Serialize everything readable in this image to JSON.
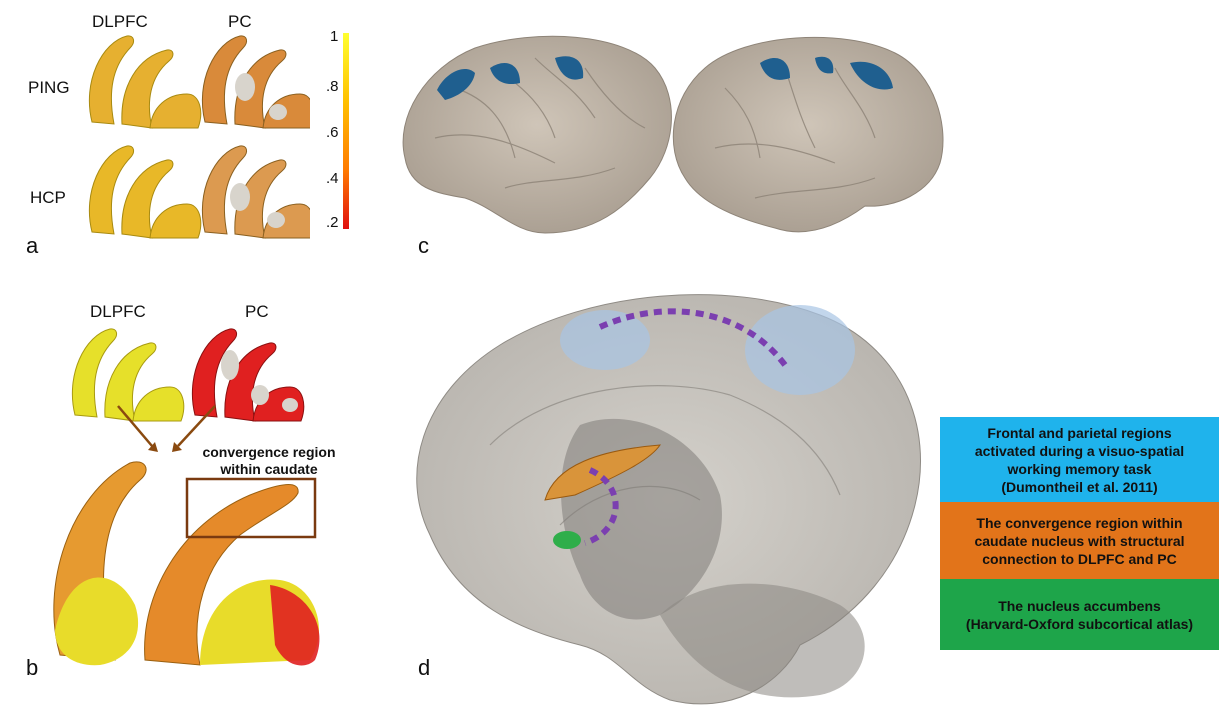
{
  "panel_a": {
    "letter": "a",
    "col_labels": [
      "DLPFC",
      "PC"
    ],
    "row_labels": [
      "PING",
      "HCP"
    ],
    "colorbar": {
      "ticks": [
        "1",
        ".8",
        ".6",
        ".4",
        ".2"
      ],
      "colors": [
        "#ffff00",
        "#ffb000",
        "#ff6a00",
        "#e02000"
      ]
    }
  },
  "panel_b": {
    "letter": "b",
    "labels": [
      "DLPFC",
      "PC"
    ],
    "annotation_line1": "convergence region",
    "annotation_line2": "within caudate"
  },
  "panel_c": {
    "letter": "c",
    "region_color": "#1f5f8f"
  },
  "panel_d": {
    "letter": "d",
    "arc_color": "#7b3fb0"
  },
  "legend": [
    {
      "lines": [
        "Frontal and parietal regions",
        "activated during a visuo-spatial",
        "working memory task",
        "(Dumontheil et al. 2011)"
      ],
      "color": "#1fb3ec"
    },
    {
      "lines": [
        "The convergence region within",
        "caudate nucleus with structural",
        "connection to DLPFC and PC"
      ],
      "color": "#e2741a"
    },
    {
      "lines": [
        "The nucleus accumbens",
        "(Harvard-Oxford subcortical atlas)"
      ],
      "color": "#1ea54a"
    }
  ]
}
